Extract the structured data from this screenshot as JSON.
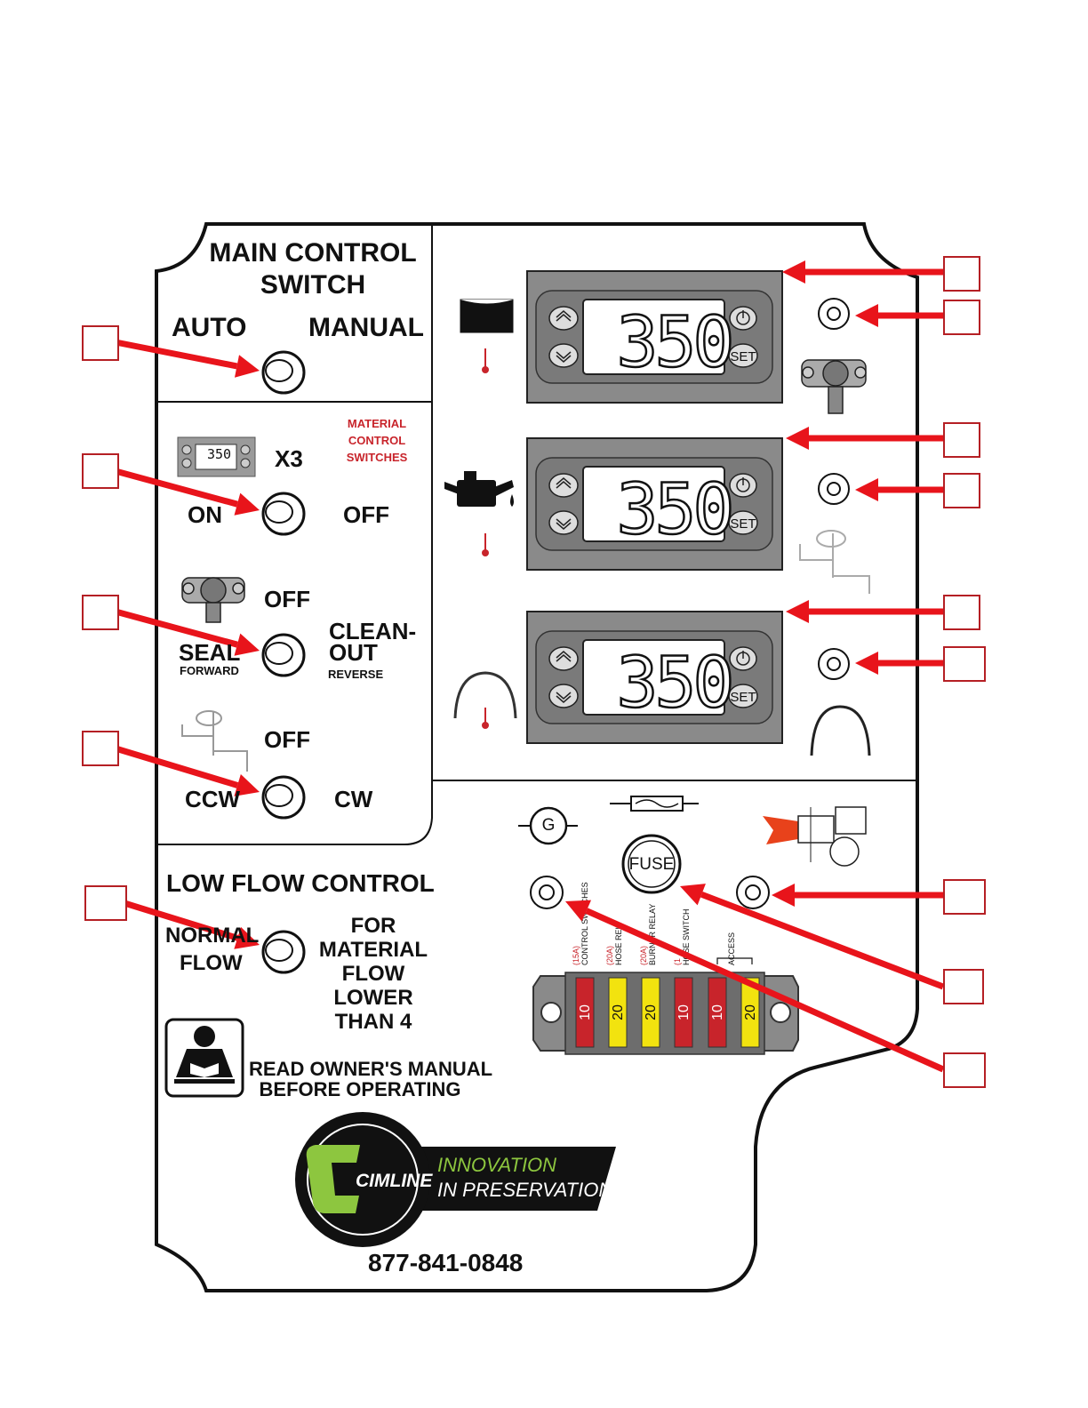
{
  "panel": {
    "main_control_title_1": "MAIN CONTROL",
    "main_control_title_2": "SWITCH",
    "auto_label": "AUTO",
    "manual_label": "MANUAL",
    "material_control_1": "MATERIAL",
    "material_control_2": "CONTROL",
    "material_control_3": "SWITCHES",
    "x3_label": "X3",
    "on_label": "ON",
    "off_label_1": "OFF",
    "off_label_2": "OFF",
    "off_label_3": "OFF",
    "seal_label": "SEAL",
    "forward_label": "FORWARD",
    "cleanout_label_1": "CLEAN-",
    "cleanout_label_2": "OUT",
    "reverse_label": "REVERSE",
    "ccw_label": "CCW",
    "cw_label": "CW",
    "low_flow_title": "LOW FLOW CONTROL",
    "normal_flow_1": "NORMAL",
    "normal_flow_2": "FLOW",
    "for_material_flow": [
      "FOR",
      "MATERIAL",
      "FLOW",
      "LOWER",
      "THAN 4"
    ],
    "read_manual_1": "READ OWNER'S MANUAL",
    "read_manual_2": "BEFORE OPERATING",
    "brand_logo": "CIMLINE",
    "brand_tagline_1": "INNOVATION",
    "brand_tagline_2": "IN PRESERVATION",
    "phone": "877-841-0848",
    "generator_symbol": "G",
    "fuse_label": "FUSE",
    "small_display_value": "350"
  },
  "controllers": [
    {
      "value": "350",
      "set_label": "SET"
    },
    {
      "value": "350",
      "set_label": "SET"
    },
    {
      "value": "350",
      "set_label": "SET"
    }
  ],
  "fuse_block": {
    "fuses": [
      {
        "rating": "10",
        "color": "#c8242b"
      },
      {
        "rating": "20",
        "color": "#f2e30f"
      },
      {
        "rating": "20",
        "color": "#f2e30f"
      },
      {
        "rating": "10",
        "color": "#c8242b"
      },
      {
        "rating": "10",
        "color": "#c8242b"
      },
      {
        "rating": "20",
        "color": "#f2e30f"
      }
    ],
    "labels": [
      {
        "amp": "(15A)",
        "text": "CONTROL SWITCHES"
      },
      {
        "amp": "(20A)",
        "text": "HOSE REL"
      },
      {
        "amp": "(20A)",
        "text": "BURNER RELAY"
      },
      {
        "amp": "(1",
        "text": "HOSE SWITCH"
      },
      {
        "amp": "",
        "text": "ACCESS"
      }
    ]
  },
  "colors": {
    "arrow": "#e8141b",
    "callout_border": "#b51f24",
    "controller_body": "#8a8a8a",
    "logo_green": "#8dc63f"
  }
}
